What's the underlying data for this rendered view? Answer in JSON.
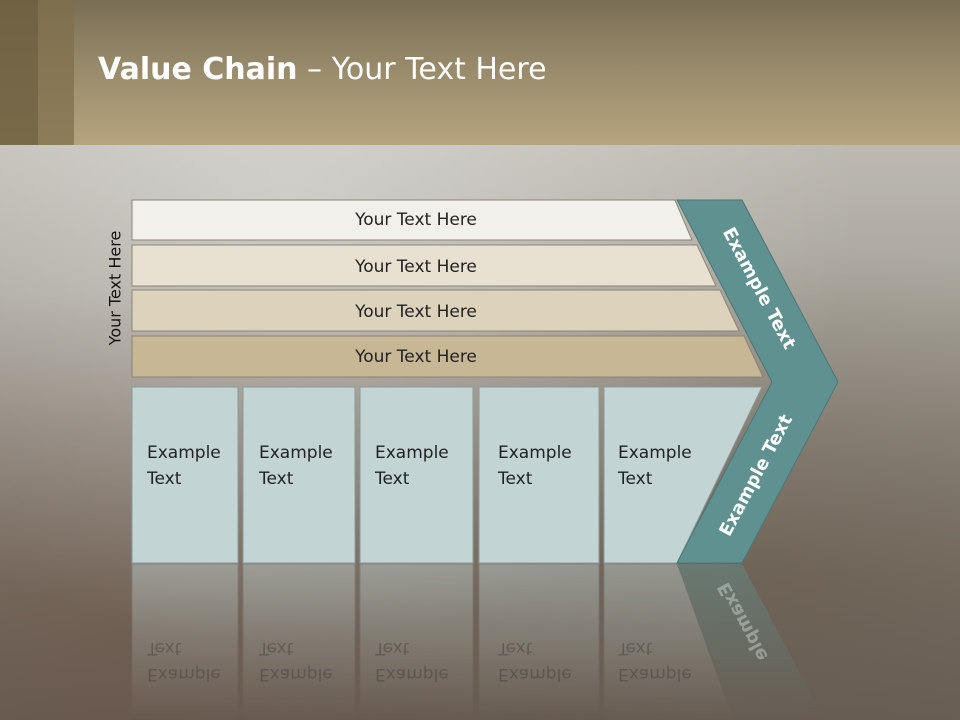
{
  "title": {
    "bold": "Value Chain",
    "rest": " – Your Text Here"
  },
  "side_label": "Your Text Here",
  "bands": [
    {
      "label": "Your Text Here"
    },
    {
      "label": "Your Text Here"
    },
    {
      "label": "Your Text Here"
    },
    {
      "label": "Your Text Here"
    }
  ],
  "boxes": [
    {
      "line1": "Example",
      "line2": "Text"
    },
    {
      "line1": "Example",
      "line2": "Text"
    },
    {
      "line1": "Example",
      "line2": "Text"
    },
    {
      "line1": "Example",
      "line2": "Text"
    },
    {
      "line1": "Example",
      "line2": "Text"
    }
  ],
  "arrow": {
    "top_label": "Example Text",
    "bottom_label": "Example Text"
  },
  "reflection": {
    "boxes": [
      {
        "line1": "Example",
        "line2": "Text"
      },
      {
        "line1": "Example",
        "line2": "Text"
      },
      {
        "line1": "Example",
        "line2": "Text"
      },
      {
        "line1": "Example",
        "line2": "Text"
      },
      {
        "line1": "Example",
        "line2": "Text"
      }
    ],
    "arrow_label": "Example"
  },
  "colors": {
    "band1": "#f2f0ea",
    "band2": "#e8e1d2",
    "band3": "#ddd3bd",
    "band4": "#c7b795",
    "box": "#c2d5d4",
    "arrow": "#5f9191"
  }
}
